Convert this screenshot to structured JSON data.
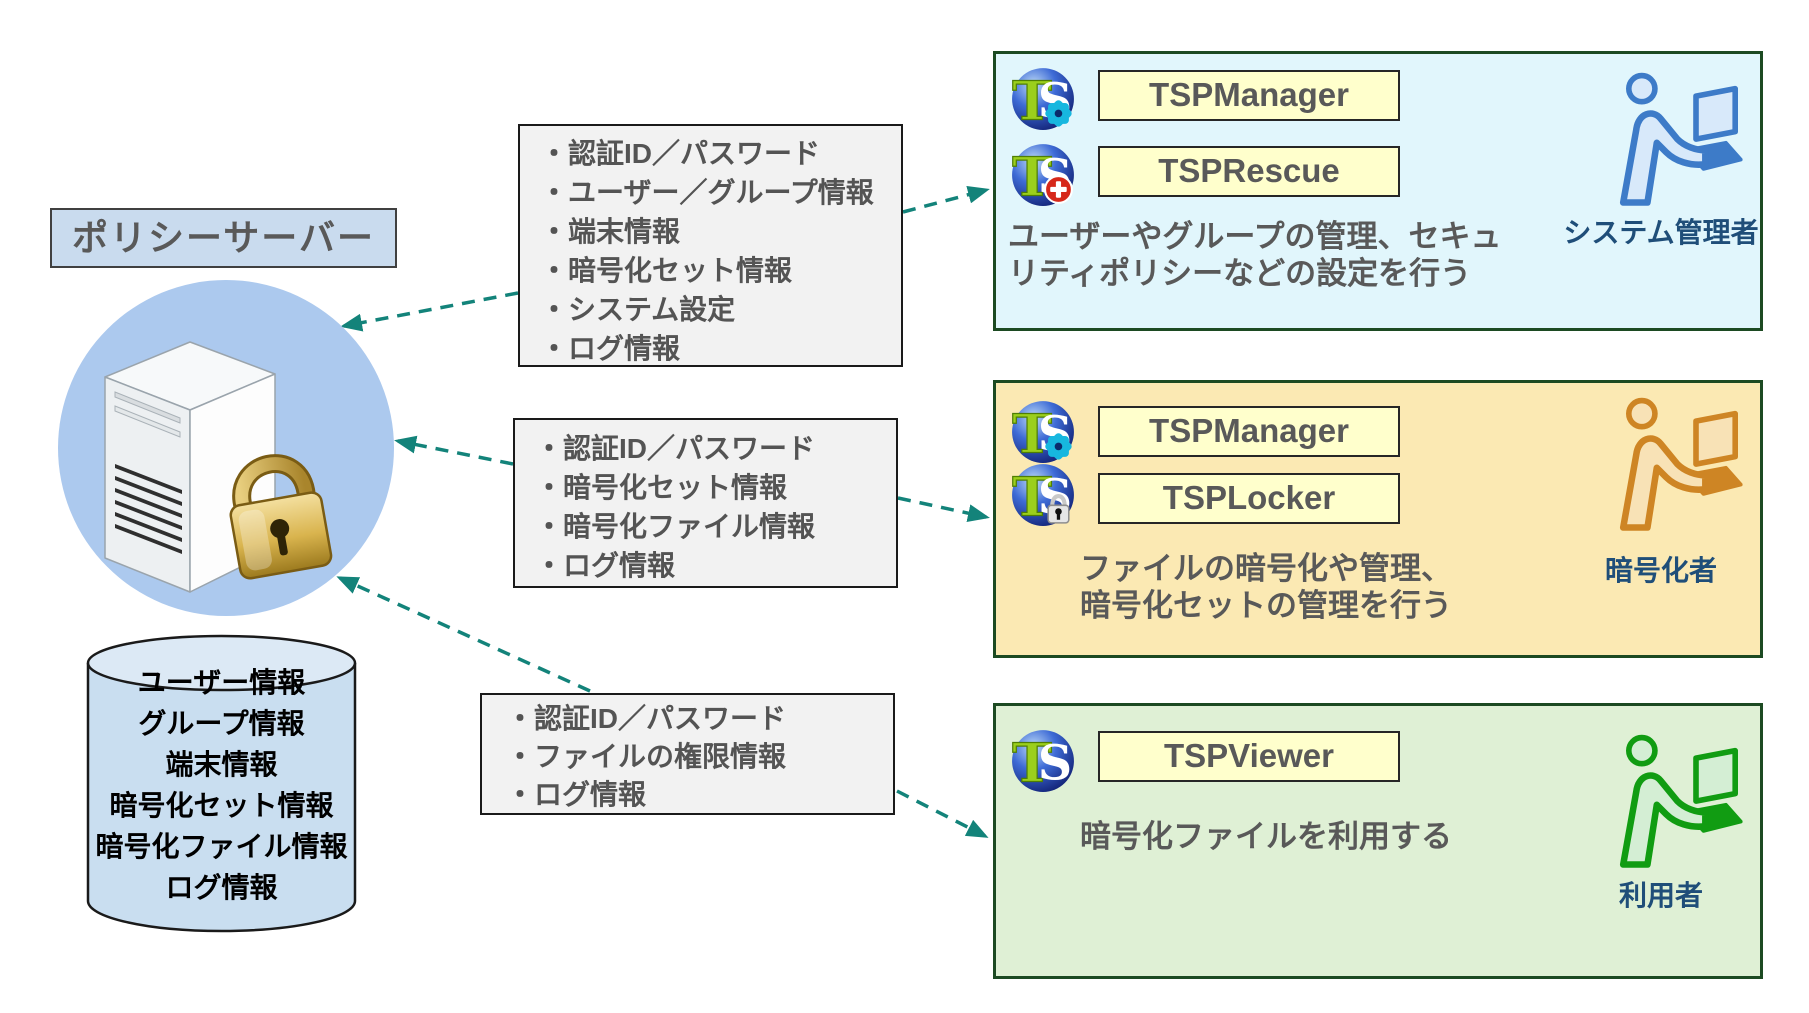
{
  "policy_server": {
    "label": "ポリシーサーバー"
  },
  "database": {
    "items": [
      "ユーザー情報",
      "グループ情報",
      "端末情報",
      "暗号化セット情報",
      "暗号化ファイル情報",
      "ログ情報"
    ]
  },
  "info_boxes": [
    {
      "items": [
        "・認証ID／パスワード",
        "・ユーザー／グループ情報",
        "・端末情報",
        "・暗号化セット情報",
        "・システム設定",
        "・ログ情報"
      ]
    },
    {
      "items": [
        "・認証ID／パスワード",
        "・暗号化セット情報",
        "・暗号化ファイル情報",
        "・ログ情報"
      ]
    },
    {
      "items": [
        "・認証ID／パスワード",
        "・ファイルの権限情報",
        "・ログ情報"
      ]
    }
  ],
  "panels": [
    {
      "role": "システム管理者",
      "person_color": "blue",
      "bg": "#E1F6FC",
      "apps": [
        {
          "label": "TSPManager",
          "badge": "gear-badge"
        },
        {
          "label": "TSPRescue",
          "badge": "plus-badge"
        }
      ],
      "description": [
        "ユーザーやグループの管理、セキュ",
        "リティポリシーなどの設定を行う"
      ]
    },
    {
      "role": "暗号化者",
      "person_color": "orange",
      "bg": "#FBE9B3",
      "apps": [
        {
          "label": "TSPManager",
          "badge": "gear-badge"
        },
        {
          "label": "TSPLocker",
          "badge": "lock-badge"
        }
      ],
      "description": [
        "ファイルの暗号化や管理、",
        "暗号化セットの管理を行う"
      ]
    },
    {
      "role": "利用者",
      "person_color": "green",
      "bg": "#DFF0D5",
      "apps": [
        {
          "label": "TSPViewer",
          "badge": "none"
        }
      ],
      "description": [
        "暗号化ファイルを利用する"
      ]
    }
  ],
  "colors": {
    "arrow": "#13837A",
    "panel_border": "#1C4A22",
    "panel1_bg": "#E1F6FC",
    "panel2_bg": "#FBE9B3",
    "panel3_bg": "#DFF0D5",
    "button_bg": "#FFFFCC",
    "role_label": "#1F4E79",
    "gray_text": "#595959",
    "circle_bg": "#ACC9EE",
    "title_bg": "#C9DBEE"
  }
}
